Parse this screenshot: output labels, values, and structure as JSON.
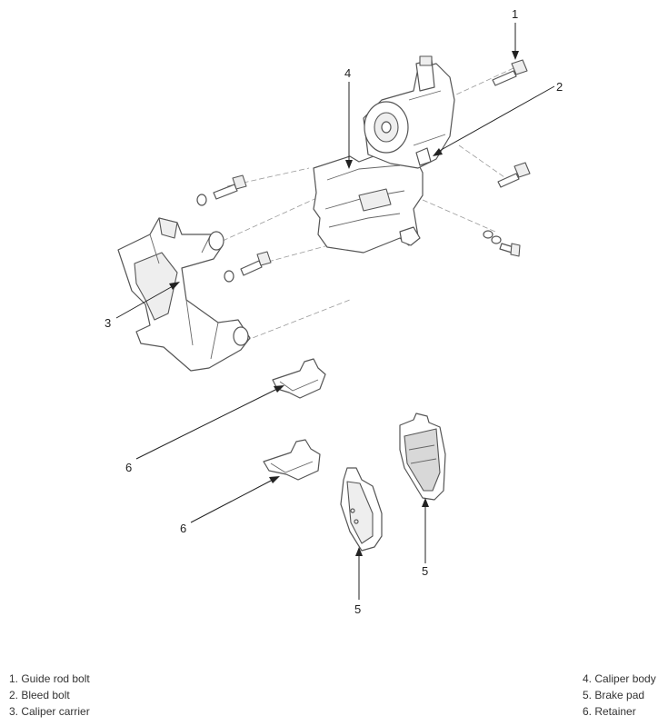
{
  "callouts": {
    "c1": "1",
    "c2": "2",
    "c3": "3",
    "c4": "4",
    "c5a": "5",
    "c5b": "5",
    "c6a": "6",
    "c6b": "6"
  },
  "legend": {
    "left": [
      "1. Guide rod bolt",
      "2. Bleed bolt",
      "3. Caliper carrier"
    ],
    "right": [
      "4. Caliper body",
      "5. Brake pad",
      "6. Retainer"
    ]
  }
}
